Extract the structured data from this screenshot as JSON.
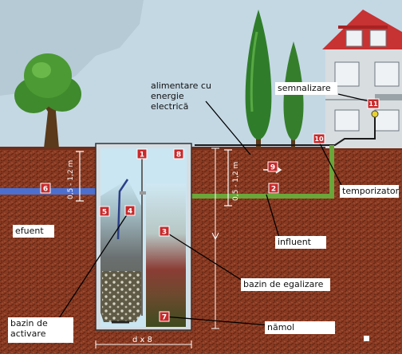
{
  "labels": {
    "alimentare": "alimentare cu energie electrică",
    "semnalizare": "semnalizare",
    "temporizator": "temporizator",
    "efuent": "efuent",
    "influent": "influent",
    "bazin_egalizare": "bazin de egalizare",
    "bazin_activare": "bazin de activare",
    "namol": "nămol"
  },
  "markers": {
    "m1": "1",
    "m2": "2",
    "m3": "3",
    "m4": "4",
    "m5": "5",
    "m6": "6",
    "m7": "7",
    "m8": "8",
    "m9": "9",
    "m10": "10",
    "m11": "11"
  },
  "dimensions": {
    "depth_left": "0,5 - 1,2 m",
    "depth_right": "0,5 - 1,2 m",
    "width": "d x 8"
  },
  "colors": {
    "sky": "#c4d8e4",
    "soil": "#8a3a22",
    "water": "#c9e6f2",
    "sludge": "#6d5e3c",
    "marker": "#c8292b",
    "pipe_influent": "#6aa63a",
    "pipe_efluent": "#4a6fd0"
  }
}
